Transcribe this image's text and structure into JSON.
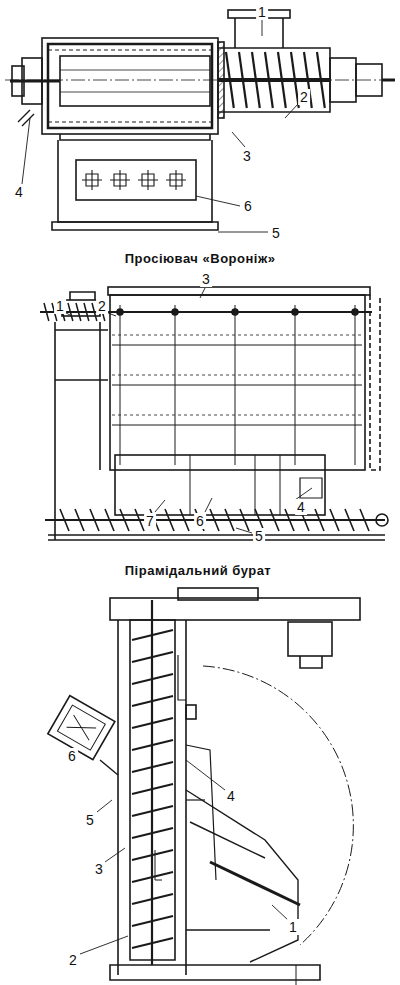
{
  "diagram": {
    "labels": [
      "1",
      "2",
      "3",
      "4",
      "5",
      "6",
      "Просіювач «Вороніж»",
      "1",
      "2",
      "3",
      "4",
      "5",
      "6",
      "7",
      "Пірамідальний бурат",
      "1",
      "2",
      "3",
      "4",
      "5",
      "6"
    ]
  }
}
